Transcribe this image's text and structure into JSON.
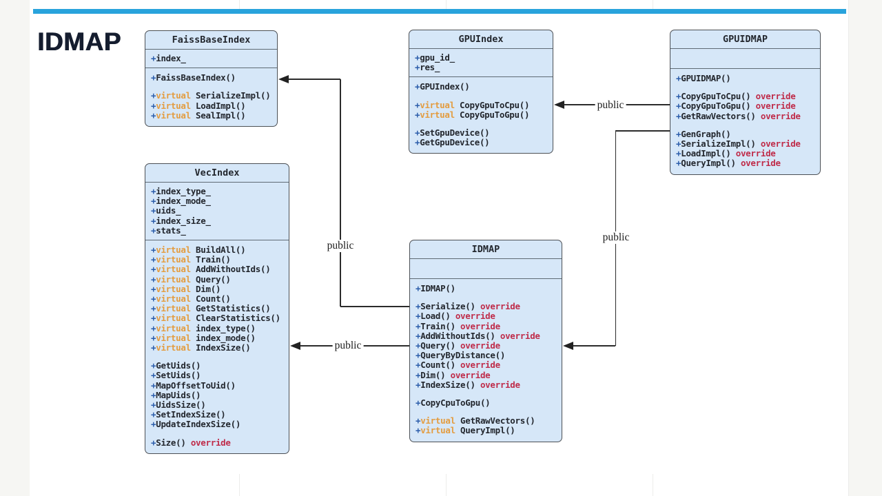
{
  "page": {
    "title_label": "IDMAP",
    "accent_bar_color": "#29a3dc"
  },
  "colors": {
    "box_fill": "#d6e7f8",
    "box_border": "#4b4f54",
    "member_text": "#23272e",
    "plus_sign": "#2b5caa",
    "virtual_keyword": "#e39c40",
    "override_keyword": "#bf2b49",
    "edge_line": "#2a2a2a"
  },
  "diagram": {
    "classes": [
      {
        "name": "FaissBaseIndex",
        "attributes": [
          {
            "name": "index_"
          }
        ],
        "methods": [
          {
            "name": "FaissBaseIndex()"
          },
          {
            "blank": true
          },
          {
            "kw": "virtual",
            "name": "SerializeImpl()"
          },
          {
            "kw": "virtual",
            "name": "LoadImpl()"
          },
          {
            "kw": "virtual",
            "name": "SealImpl()"
          }
        ]
      },
      {
        "name": "GPUIndex",
        "attributes": [
          {
            "name": "gpu_id_"
          },
          {
            "name": "res_"
          }
        ],
        "methods": [
          {
            "name": "GPUIndex()"
          },
          {
            "blank": true
          },
          {
            "kw": "virtual",
            "name": "CopyGpuToCpu()"
          },
          {
            "kw": "virtual",
            "name": "CopyGpuToGpu()"
          },
          {
            "blank": true
          },
          {
            "name": "SetGpuDevice()"
          },
          {
            "name": "GetGpuDevice()"
          }
        ]
      },
      {
        "name": "GPUIDMAP",
        "attributes": [],
        "methods": [
          {
            "name": "GPUIDMAP()"
          },
          {
            "blank": true
          },
          {
            "name": "CopyGpuToCpu()",
            "suffix": "override"
          },
          {
            "name": "CopyGpuToGpu()",
            "suffix": "override"
          },
          {
            "name": "GetRawVectors()",
            "suffix": "override"
          },
          {
            "blank": true
          },
          {
            "name": "GenGraph()"
          },
          {
            "name": "SerializeImpl()",
            "suffix": "override"
          },
          {
            "name": "LoadImpl()",
            "suffix": "override"
          },
          {
            "name": "QueryImpl()",
            "suffix": "override"
          }
        ]
      },
      {
        "name": "VecIndex",
        "attributes": [
          {
            "name": "index_type_"
          },
          {
            "name": "index_mode_"
          },
          {
            "name": "uids_"
          },
          {
            "name": "index_size_"
          },
          {
            "name": "stats_"
          }
        ],
        "methods": [
          {
            "kw": "virtual",
            "name": "BuildAll()"
          },
          {
            "kw": "virtual",
            "name": "Train()"
          },
          {
            "kw": "virtual",
            "name": "AddWithoutIds()"
          },
          {
            "kw": "virtual",
            "name": "Query()"
          },
          {
            "kw": "virtual",
            "name": "Dim()"
          },
          {
            "kw": "virtual",
            "name": "Count()"
          },
          {
            "kw": "virtual",
            "name": "GetStatistics()"
          },
          {
            "kw": "virtual",
            "name": "ClearStatistics()"
          },
          {
            "kw": "virtual",
            "name": "index_type()"
          },
          {
            "kw": "virtual",
            "name": "index_mode()"
          },
          {
            "kw": "virtual",
            "name": "IndexSize()"
          },
          {
            "blank": true
          },
          {
            "name": "GetUids()"
          },
          {
            "name": "SetUids()"
          },
          {
            "name": "MapOffsetToUid()"
          },
          {
            "name": "MapUids()"
          },
          {
            "name": "UidsSize()"
          },
          {
            "name": "SetIndexSize()"
          },
          {
            "name": "UpdateIndexSize()"
          },
          {
            "blank": true
          },
          {
            "name": "Size()",
            "suffix": "override"
          }
        ]
      },
      {
        "name": "IDMAP",
        "attributes": [],
        "methods": [
          {
            "name": "IDMAP()"
          },
          {
            "blank": true
          },
          {
            "name": "Serialize()",
            "suffix": "override"
          },
          {
            "name": "Load()",
            "suffix": "override"
          },
          {
            "name": "Train()",
            "suffix": "override"
          },
          {
            "name": "AddWithoutIds()",
            "suffix": "override"
          },
          {
            "name": "Query()",
            "suffix": "override"
          },
          {
            "name": "QueryByDistance()"
          },
          {
            "name": "Count()",
            "suffix": "override"
          },
          {
            "name": "Dim()",
            "suffix": "override"
          },
          {
            "name": "IndexSize()",
            "suffix": "override"
          },
          {
            "blank": true
          },
          {
            "name": "CopyCpuToGpu()"
          },
          {
            "blank": true
          },
          {
            "kw": "virtual",
            "name": "GetRawVectors()"
          },
          {
            "kw": "virtual",
            "name": "QueryImpl()"
          }
        ]
      }
    ],
    "edges": [
      {
        "label": "public",
        "from": "GPUIDMAP",
        "to": "GPUIndex"
      },
      {
        "label": "public",
        "from": "GPUIDMAP",
        "to": "IDMAP"
      },
      {
        "label": "public",
        "from": "IDMAP",
        "to": "FaissBaseIndex"
      },
      {
        "label": "public",
        "from": "IDMAP",
        "to": "VecIndex"
      }
    ]
  }
}
